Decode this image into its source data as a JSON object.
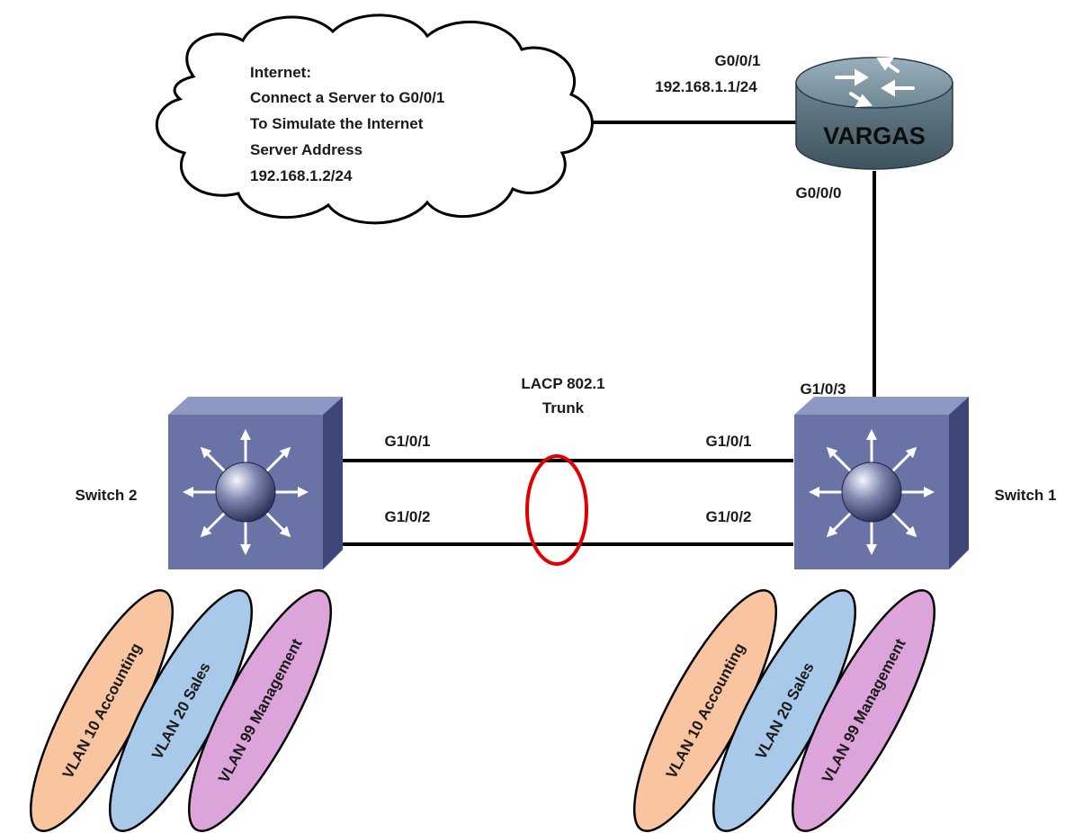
{
  "internet": {
    "lines": [
      "Internet:",
      "Connect a Server to G0/0/1",
      "To Simulate the Internet",
      "Server Address",
      "192.168.1.2/24"
    ]
  },
  "router": {
    "name": "VARGAS",
    "port_top": "G0/0/1",
    "port_top_ip": "192.168.1.1/24",
    "port_bottom": "G0/0/0"
  },
  "trunk": {
    "label_line1": "LACP 802.1",
    "label_line2": "Trunk",
    "color": "#e00000"
  },
  "switch1": {
    "name": "Switch 1",
    "uplink_port": "G1/0/3",
    "port_a": "G1/0/1",
    "port_b": "G1/0/2"
  },
  "switch2": {
    "name": "Switch 2",
    "port_a": "G1/0/1",
    "port_b": "G1/0/2"
  },
  "vlans": [
    {
      "label": "VLAN 10 Accounting",
      "color": "#f8c5a0"
    },
    {
      "label": "VLAN 20 Sales",
      "color": "#a9c9ea"
    },
    {
      "label": "VLAN 99 Management",
      "color": "#dda4dc"
    }
  ]
}
